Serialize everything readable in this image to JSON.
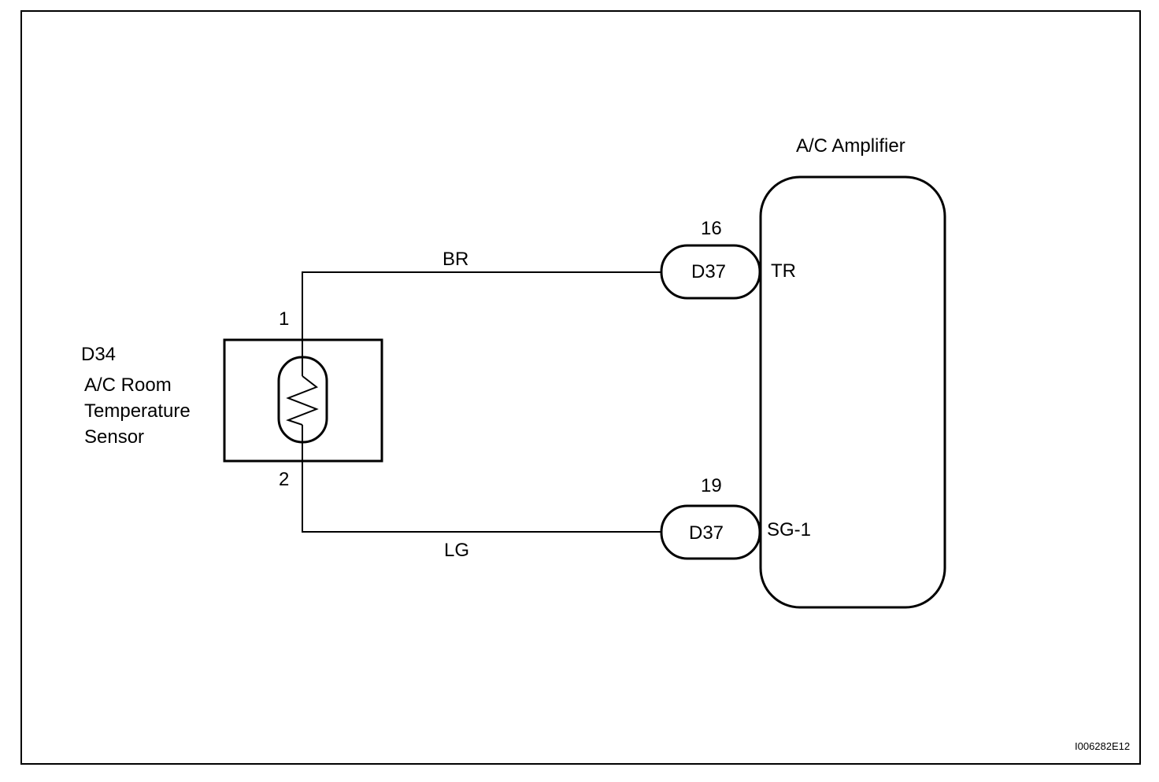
{
  "sensor": {
    "code": "D34",
    "name_line1": "A/C  Room",
    "name_line2": "Temperature",
    "name_line3": "Sensor",
    "pin_top": "1",
    "pin_bottom": "2"
  },
  "wires": {
    "top_color": "BR",
    "bottom_color": "LG"
  },
  "connectors": {
    "top": {
      "code": "D37",
      "pin": "16"
    },
    "bottom": {
      "code": "D37",
      "pin": "19"
    }
  },
  "amplifier": {
    "title": "A/C Amplifier",
    "terminal_top": "TR",
    "terminal_bottom": "SG-1"
  },
  "figure_id": "I006282E12",
  "colors": {
    "line": "#000000",
    "background": "#ffffff"
  }
}
